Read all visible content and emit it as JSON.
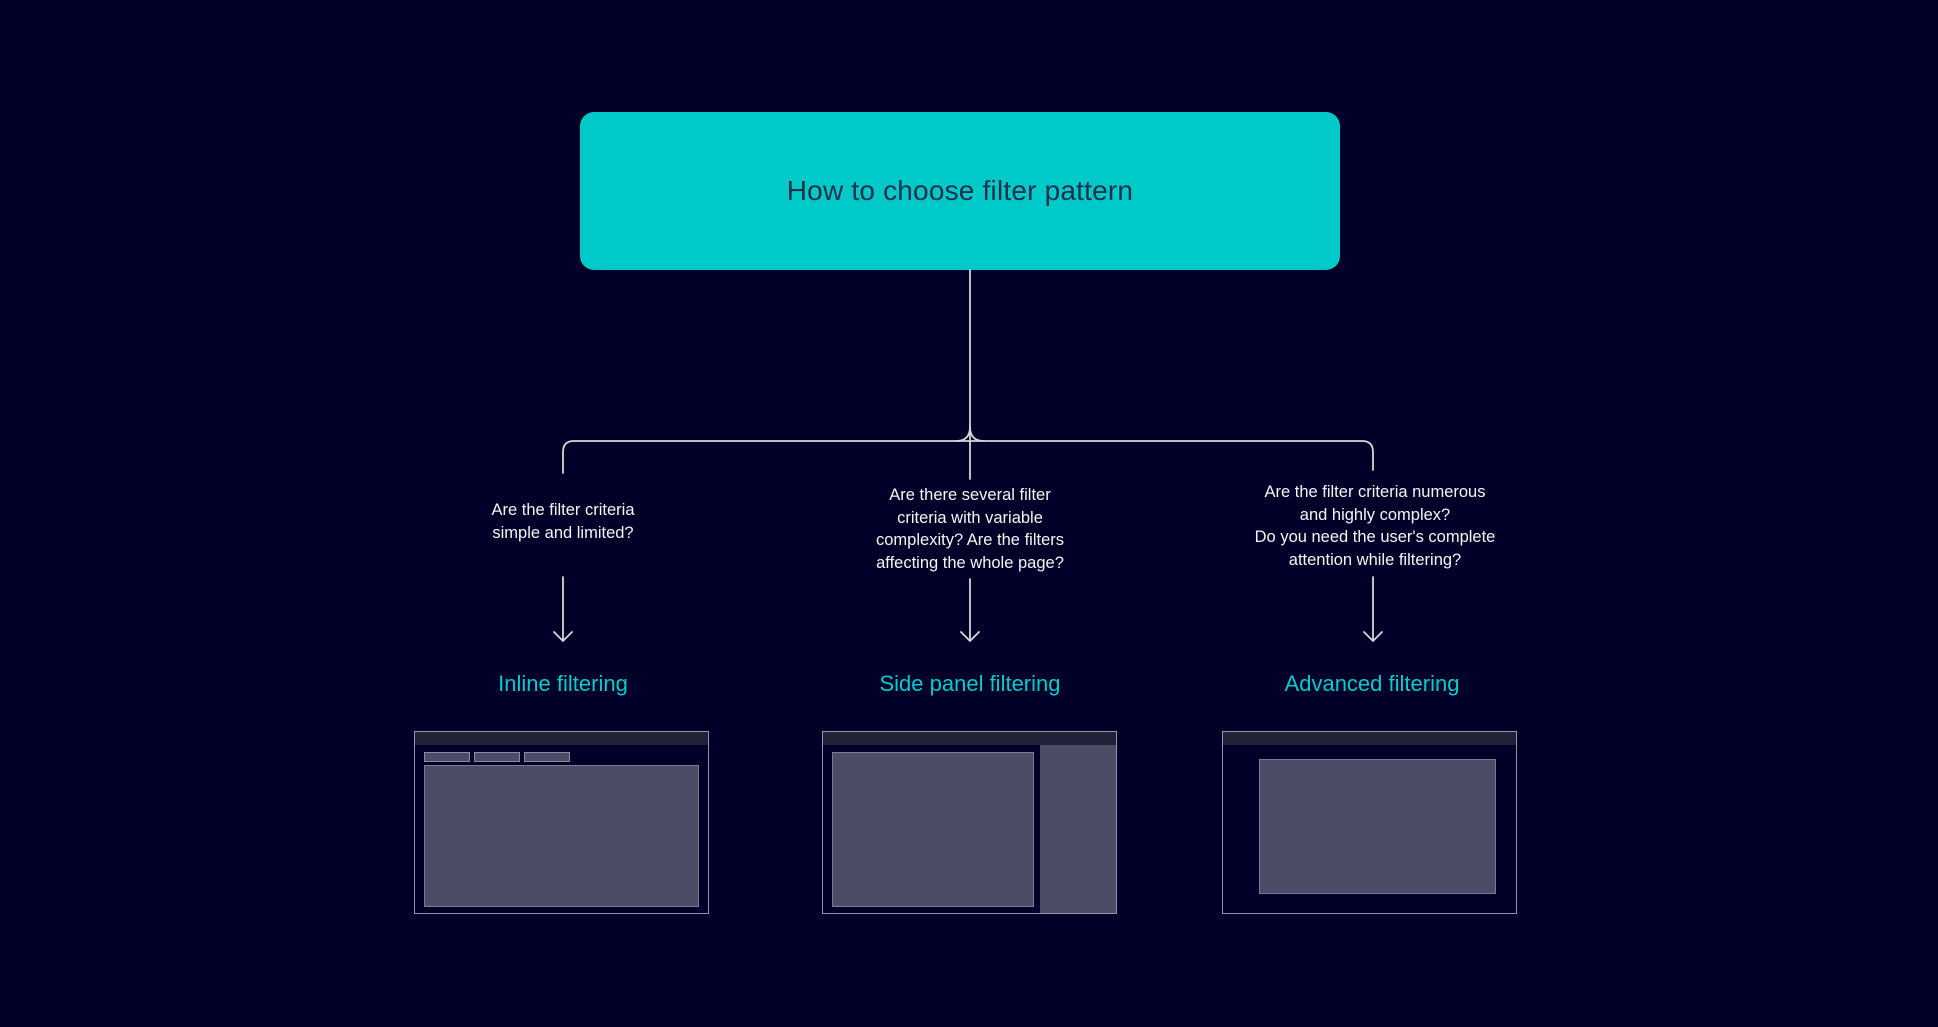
{
  "diagram": {
    "title": "How to choose filter pattern",
    "branches": [
      {
        "question": "Are the filter criteria\nsimple and limited?",
        "label": "Inline filtering",
        "thumbnail": "wireframe-inline-filter-chips-above-content"
      },
      {
        "question": "Are there several filter\ncriteria with variable\ncomplexity? Are the filters\naffecting the whole page?",
        "label": "Side panel filtering",
        "thumbnail": "wireframe-content-with-right-side-panel"
      },
      {
        "question": "Are the filter criteria numerous\nand highly complex?\nDo you need the user's complete\nattention while filtering?",
        "label": "Advanced filtering",
        "thumbnail": "wireframe-centered-modal-dialog"
      }
    ],
    "colors": {
      "background": "#000028",
      "root_box": "#00C9C9",
      "root_title_text": "#243049",
      "connector": "#D6D6D3",
      "question_text": "#F5F5F2",
      "outcome_label": "#00CCCC",
      "wireframe_fill": "#4C4C66",
      "wireframe_band": "#222138"
    }
  }
}
